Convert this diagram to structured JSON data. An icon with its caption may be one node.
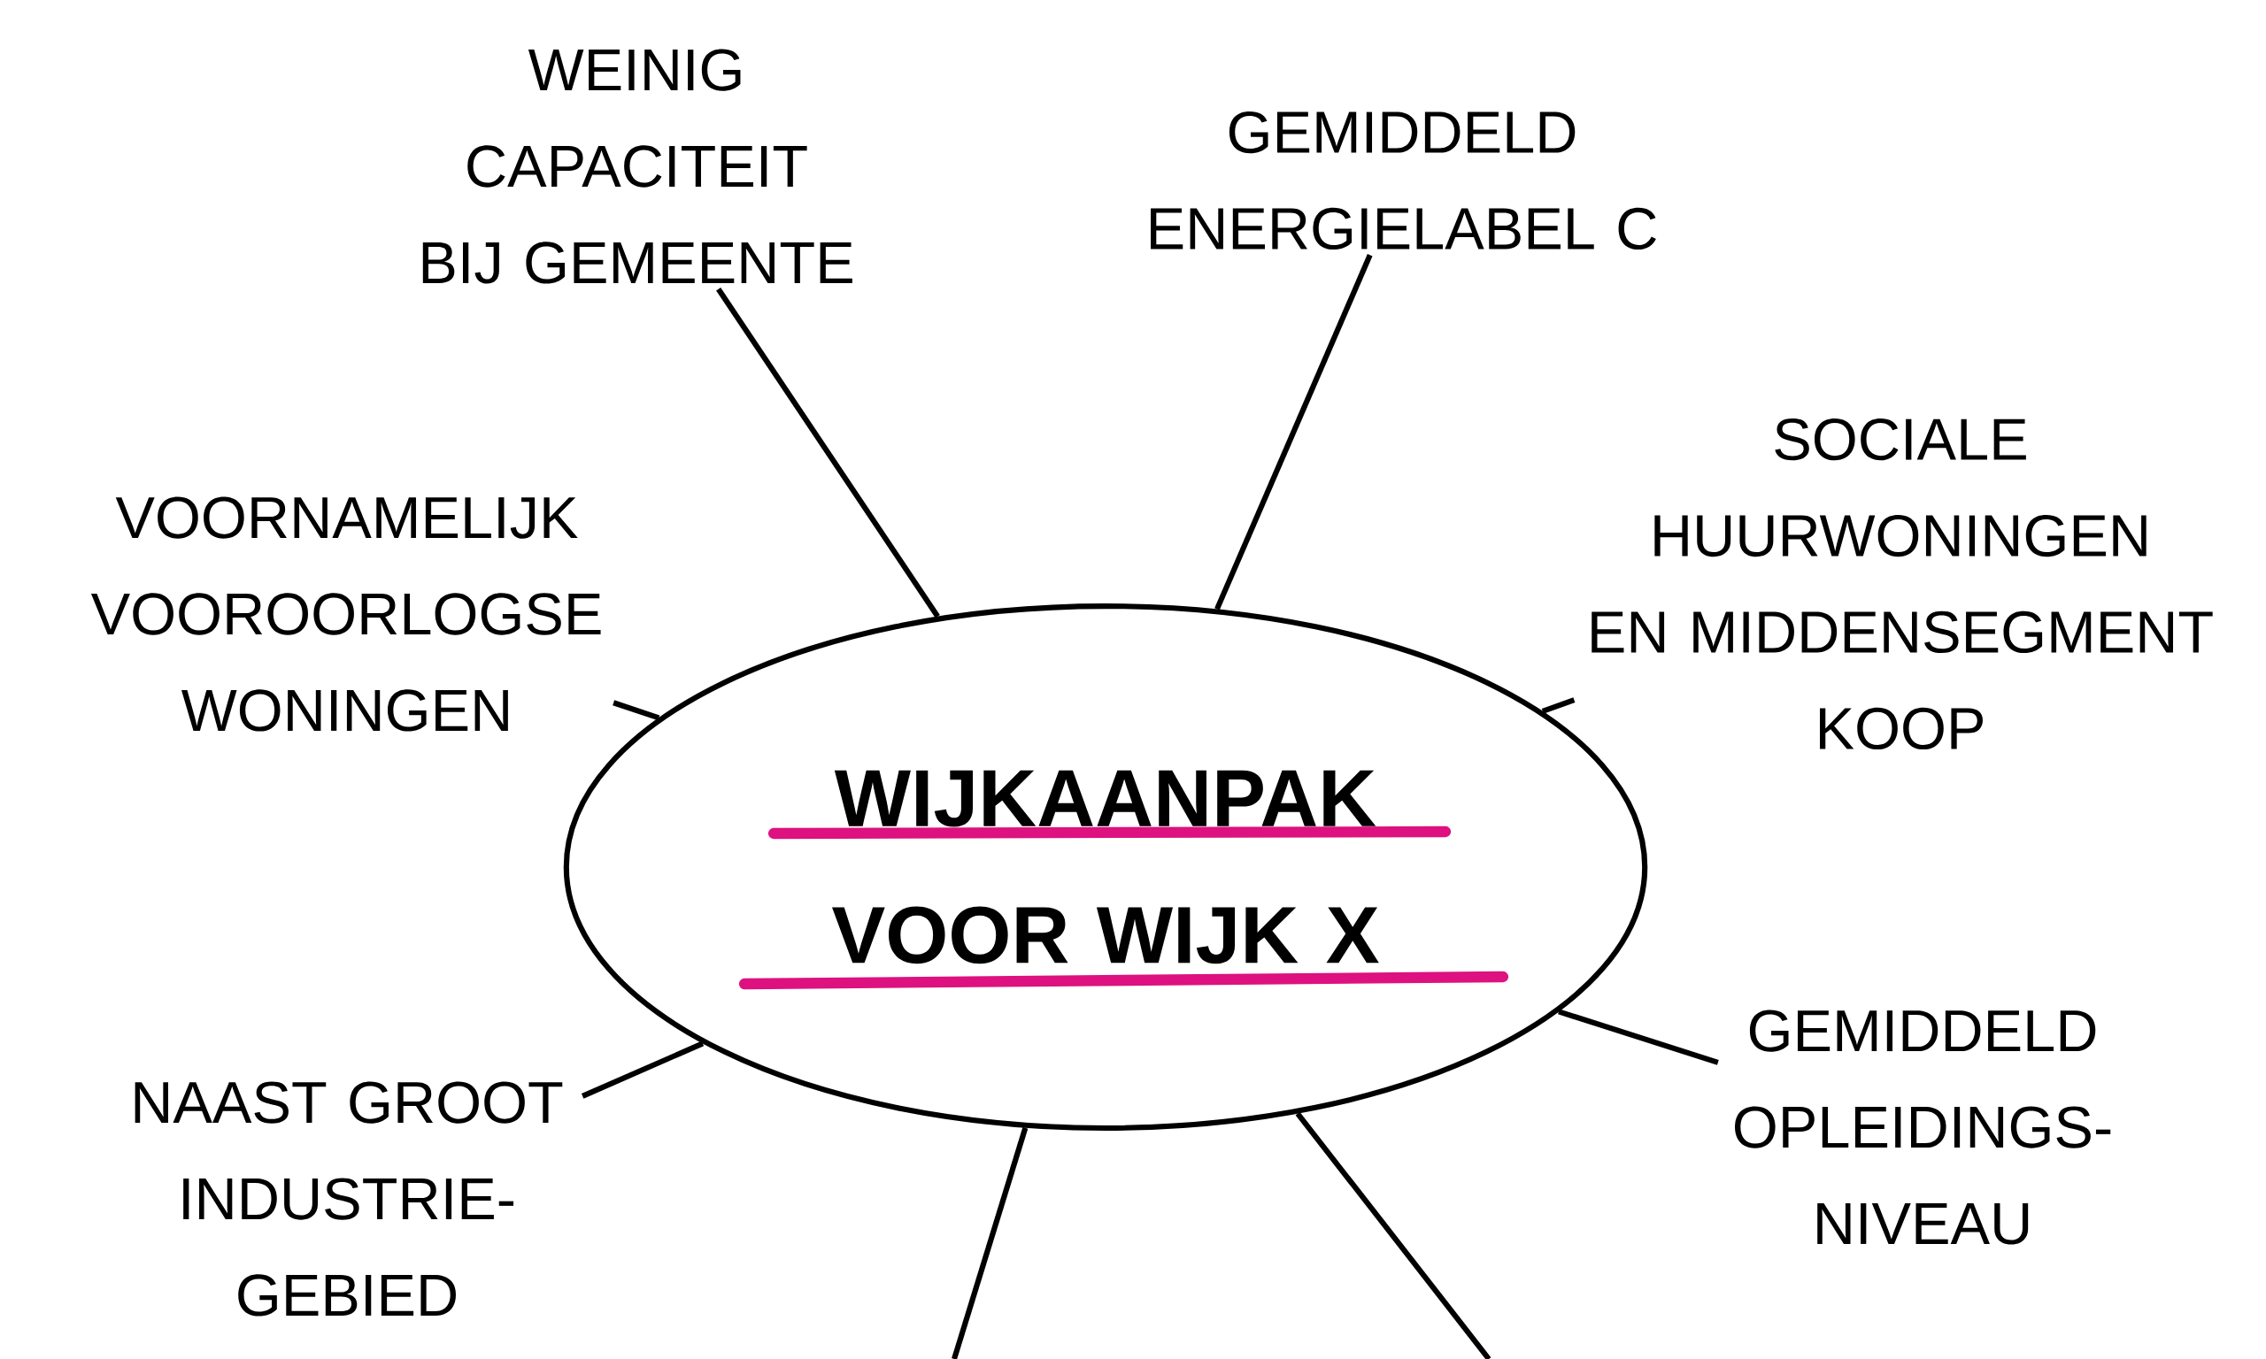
{
  "diagram": {
    "nodes": [
      {
        "text": [
          "WIJKAANPAK VOOR WIJK X"
        ]
      },
      {
        "text": [
          "WEINIG CAPACITEIT BIJ GEMEENTE"
        ]
      },
      {
        "text": [
          "GEMIDDELD ENERGIELABEL C"
        ]
      },
      {
        "text": [
          "VOORNAMELIJK VOOROORLOGSE WONINGEN"
        ]
      },
      {
        "text": [
          "SOCIALE HUURWONINGEN EN MIDDENSEGMENT KOOP"
        ]
      },
      {
        "text": [
          "NAAST GROOT INDUSTRIE-GEBIED"
        ]
      },
      {
        "text": [
          "GEMIDDELD OPLEIDINGS-NIVEAU"
        ]
      }
    ],
    "edges": [
      {
        "from": 0,
        "to": 1,
        "arrow": "none"
      },
      {
        "from": 0,
        "to": 2,
        "arrow": "none"
      },
      {
        "from": 0,
        "to": 3,
        "arrow": "none"
      },
      {
        "from": 0,
        "to": 4,
        "arrow": "none"
      },
      {
        "from": 0,
        "to": 5,
        "arrow": "none"
      },
      {
        "from": 0,
        "to": 6,
        "arrow": "none"
      },
      {
        "from": 0,
        "to": null,
        "arrow": "none"
      },
      {
        "from": 0,
        "to": null,
        "arrow": "none"
      }
    ]
  }
}
